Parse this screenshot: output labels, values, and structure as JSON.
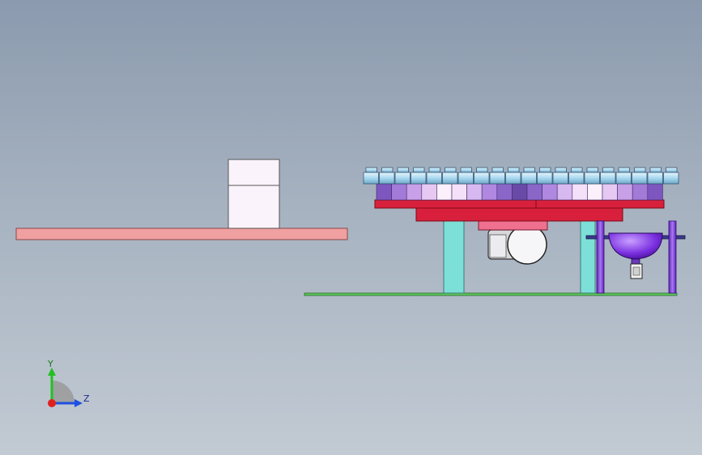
{
  "viewport": {
    "background_top": "#8b9aae",
    "background_bottom": "#c2cad3"
  },
  "model": {
    "parts": [
      "conveyor-platform",
      "stacked-box",
      "rotary-table",
      "sample-cups",
      "support-legs",
      "drive-motor",
      "dome-cup",
      "vertical-posts",
      "base-plate"
    ],
    "colors": {
      "conveyor": "#f0a0a0",
      "box": "#fbf3fc",
      "table_red": "#d8203c",
      "table_pink": "#f07090",
      "legs": "#7de0d8",
      "posts": "#8a4fe0",
      "dome": "#8a2be2",
      "base_plate": "#5cc85c",
      "cups": "#a8d8f0"
    }
  },
  "triad": {
    "y_label": "Y",
    "z_label": "Z",
    "y_color": "#22c022",
    "z_color": "#2050e0",
    "x_color": "#e02020"
  }
}
